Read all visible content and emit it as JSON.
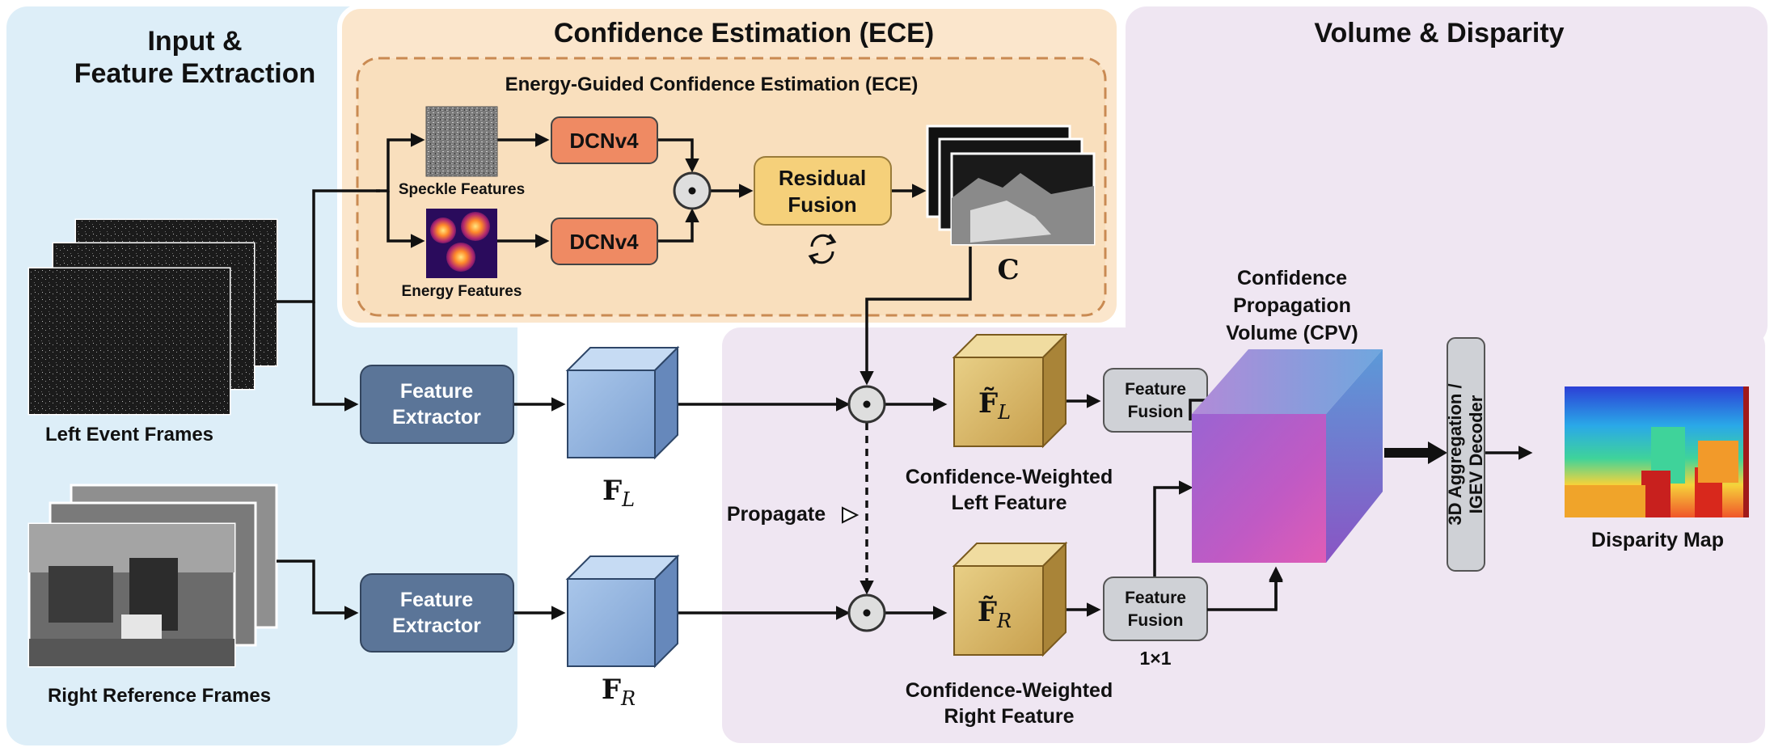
{
  "panels": {
    "input": {
      "title_line1": "Input &",
      "title_line2": "Feature Extraction"
    },
    "confidence": {
      "title": "Confidence Estimation (ECE)"
    },
    "volume": {
      "title": "Volume & Disparity"
    }
  },
  "ece": {
    "title": "Energy-Guided Confidence Estimation (ECE)",
    "speckle_label": "Speckle Features",
    "energy_label": "Energy Features",
    "dcn_top": "DCNv4",
    "dcn_bottom": "DCNv4",
    "residual_line1": "Residual",
    "residual_line2": "Fusion",
    "conf_symbol": "C"
  },
  "inputs": {
    "left_label": "Left Event Frames",
    "right_label": "Right Reference Frames"
  },
  "extractors": {
    "top_line1": "Feature",
    "top_line2": "Extractor",
    "bottom_line1": "Feature",
    "bottom_line2": "Extractor"
  },
  "features": {
    "fl_base": "F",
    "fl_sub": "L",
    "fr_base": "F",
    "fr_sub": "R",
    "wl_base": "F̃",
    "wl_sub": "L",
    "wr_base": "F̃",
    "wr_sub": "R"
  },
  "propagate": "Propagate",
  "weighted": {
    "left_line1": "Confidence-Weighted",
    "left_line2": "Left Feature",
    "right_line1": "Confidence-Weighted",
    "right_line2": "Right Feature"
  },
  "fusion": {
    "top_line1": "Feature",
    "top_line2": "Fusion",
    "bottom_line1": "Feature",
    "bottom_line2": "Fusion",
    "kernel": "1×1"
  },
  "cpv": {
    "line1": "Confidence",
    "line2": "Propagation",
    "line3": "Volume (CPV)"
  },
  "decoder": {
    "line1": "3D Aggregation /",
    "line2": "IGEV Decoder"
  },
  "output": {
    "label": "Disparity Map"
  },
  "colors": {
    "panel_blue": "#ddeef8",
    "panel_orange": "#fbe6cc",
    "panel_purple": "#efe6f2",
    "dcn": "#ef8a63",
    "residual": "#f5d07a",
    "extractor": "#5b7598",
    "fusion_box": "#cfd1d6"
  }
}
